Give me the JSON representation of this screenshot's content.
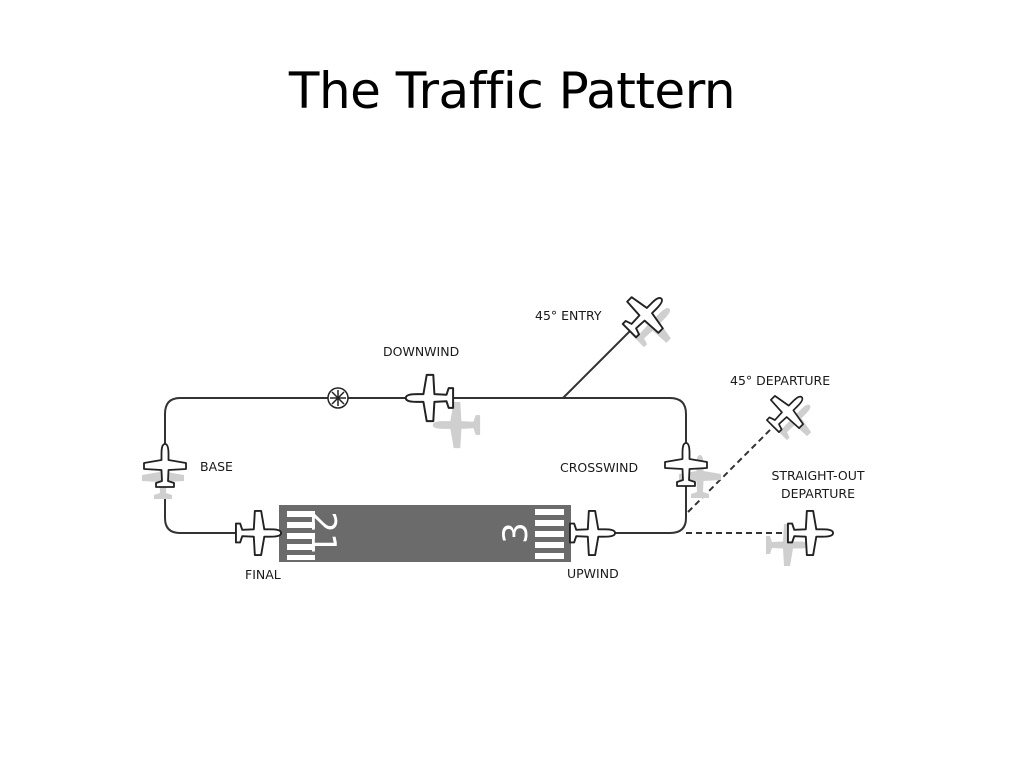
{
  "title": "The Traffic Pattern",
  "labels": {
    "downwind": "DOWNWIND",
    "entry45": "45° ENTRY",
    "departure45": "45° DEPARTURE",
    "base": "BASE",
    "crosswind": "CROSSWIND",
    "straight_out_line1": "STRAIGHT-OUT",
    "straight_out_line2": "DEPARTURE",
    "final": "FINAL",
    "upwind": "UPWIND"
  },
  "runway": {
    "left_number": "21",
    "right_number": "3"
  },
  "colors": {
    "runway": "#6b6b6b",
    "line": "#333333",
    "shadow": "#cfcfcf"
  }
}
